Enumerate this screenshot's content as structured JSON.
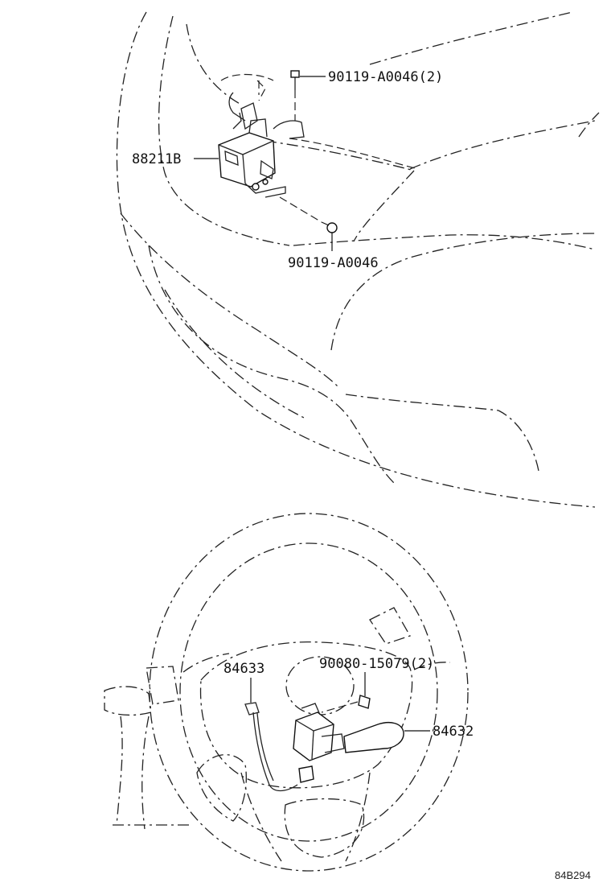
{
  "parts": {
    "bolt_upper": "90119-A0046(2)",
    "sensor": "88211B",
    "bolt_lower": "90119-A0046",
    "screw": "90080-15079(2)",
    "cable": "84633",
    "switch": "84632"
  },
  "diagram_ref": "84B294"
}
